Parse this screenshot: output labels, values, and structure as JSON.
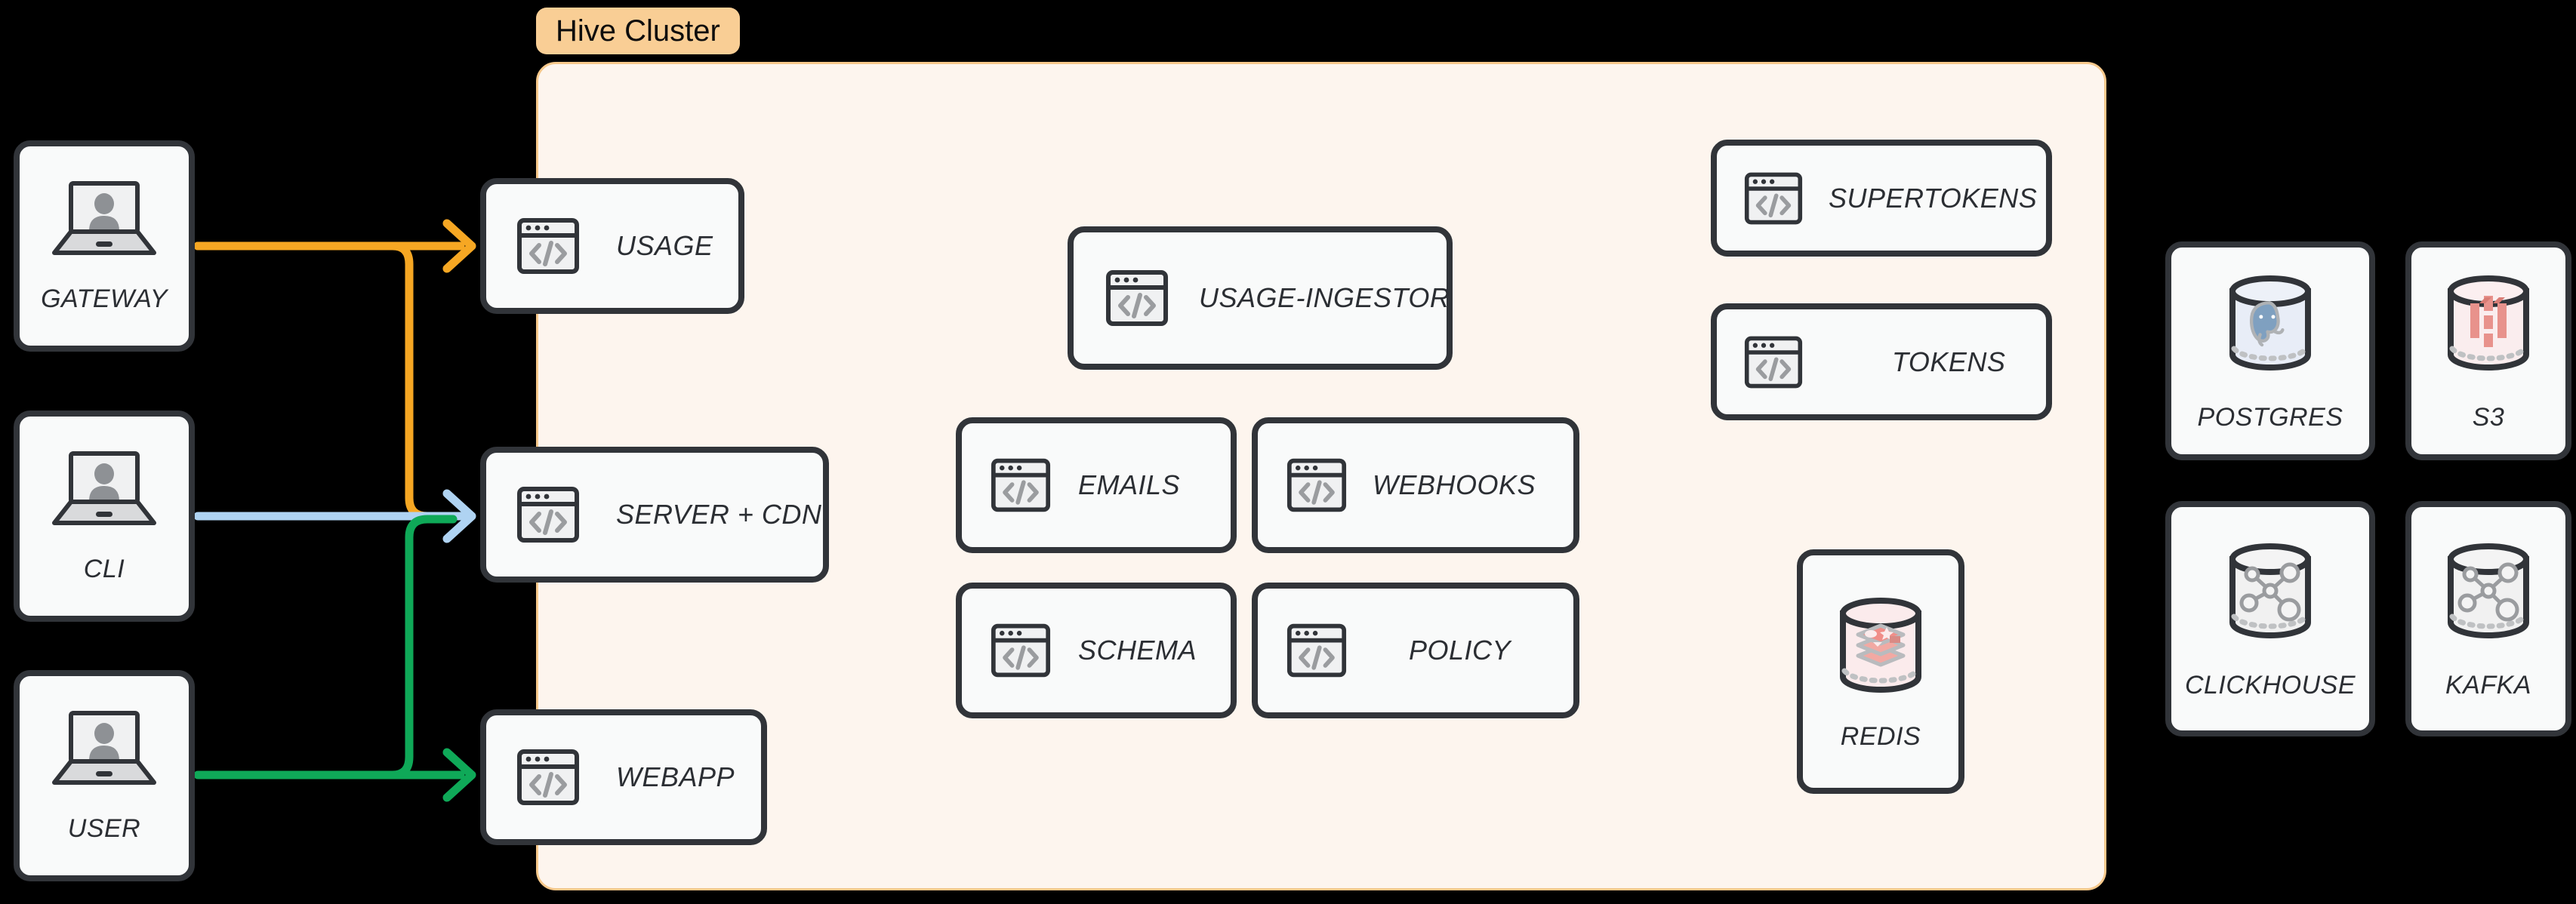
{
  "diagram": {
    "title": "Hive Cluster architecture diagram",
    "background_color": "#000000"
  },
  "cluster": {
    "label": "Hive Cluster",
    "fill_color": "#FDF5EE",
    "border_color": "#F6C88B",
    "label_bg_color": "#F9CE95"
  },
  "clients": [
    {
      "label": "GATEWAY",
      "icon": "laptop-user-icon"
    },
    {
      "label": "CLI",
      "icon": "laptop-user-icon"
    },
    {
      "label": "USER",
      "icon": "laptop-user-icon"
    }
  ],
  "edge_services": [
    {
      "label": "USAGE",
      "icon": "code-window-icon"
    },
    {
      "label": "SERVER + CDN",
      "icon": "code-window-icon"
    },
    {
      "label": "WEBAPP",
      "icon": "code-window-icon"
    }
  ],
  "core_services": [
    {
      "label": "USAGE-INGESTOR",
      "icon": "code-window-icon"
    },
    {
      "label": "EMAILS",
      "icon": "code-window-icon"
    },
    {
      "label": "WEBHOOKS",
      "icon": "code-window-icon"
    },
    {
      "label": "SCHEMA",
      "icon": "code-window-icon"
    },
    {
      "label": "POLICY",
      "icon": "code-window-icon"
    }
  ],
  "auth_services": [
    {
      "label": "SUPERTOKENS",
      "icon": "code-window-icon"
    },
    {
      "label": "TOKENS",
      "icon": "code-window-icon"
    }
  ],
  "cluster_datastores": [
    {
      "label": "REDIS",
      "icon": "redis-cylinder-icon"
    }
  ],
  "external_datastores": [
    {
      "label": "POSTGRES",
      "icon": "postgres-cylinder-icon"
    },
    {
      "label": "S3",
      "icon": "s3-cylinder-icon"
    },
    {
      "label": "CLICKHOUSE",
      "icon": "network-cylinder-icon"
    },
    {
      "label": "KAFKA",
      "icon": "network-cylinder-icon"
    }
  ],
  "connections": [
    {
      "from": "GATEWAY",
      "to": "USAGE",
      "color": "#F6A723"
    },
    {
      "from": "GATEWAY",
      "to": "SERVER + CDN",
      "color": "#F6A723"
    },
    {
      "from": "CLI",
      "to": "SERVER + CDN",
      "color": "#AFD3F2"
    },
    {
      "from": "USER",
      "to": "SERVER + CDN",
      "color": "#0FA958"
    },
    {
      "from": "USER",
      "to": "WEBAPP",
      "color": "#0FA958"
    }
  ],
  "colors": {
    "orange": "#F6A723",
    "blue": "#AFD3F2",
    "green": "#0FA958",
    "card_fill": "#F9FAFA",
    "card_stroke": "#313439"
  }
}
